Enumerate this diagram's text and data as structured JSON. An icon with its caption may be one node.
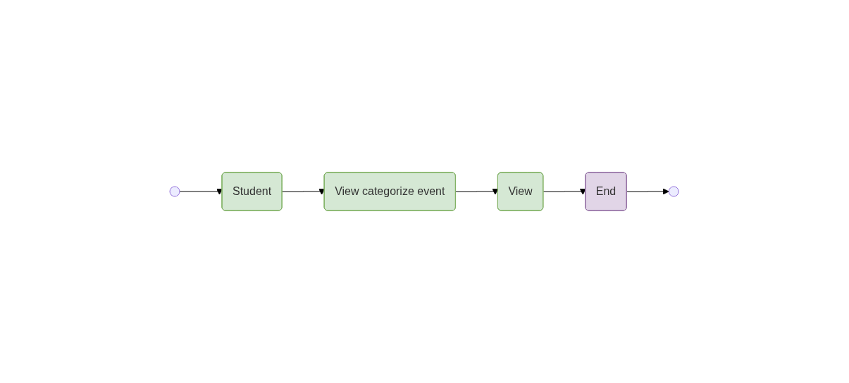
{
  "diagram": {
    "nodes": [
      {
        "text": [],
        "shape": "circle"
      },
      {
        "text": [
          "Student"
        ]
      },
      {
        "text": [
          "View categorize event"
        ]
      },
      {
        "text": [
          "View"
        ]
      },
      {
        "text": [
          "End"
        ]
      },
      {
        "text": [],
        "shape": "circle"
      }
    ],
    "edges": [
      {
        "from": 0,
        "to": 1,
        "arrow": "to"
      },
      {
        "from": 1,
        "to": 2,
        "arrow": "to"
      },
      {
        "from": 2,
        "to": 3,
        "arrow": "to"
      },
      {
        "from": 3,
        "to": 4,
        "arrow": "to"
      },
      {
        "from": 4,
        "to": 5,
        "arrow": "to"
      }
    ]
  }
}
